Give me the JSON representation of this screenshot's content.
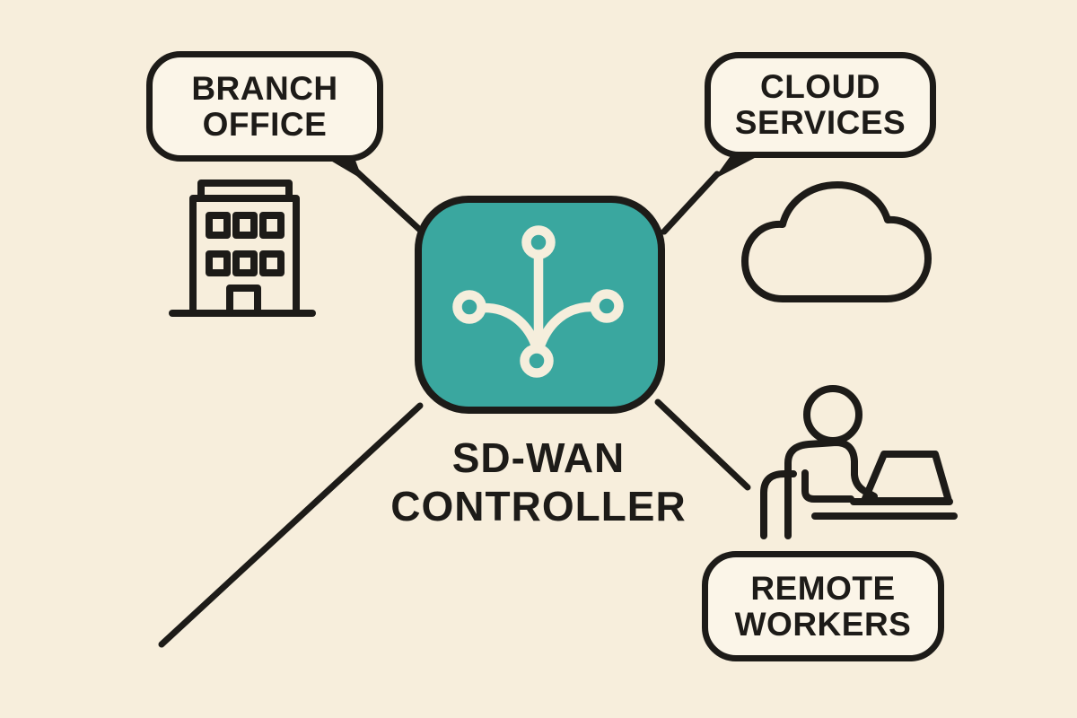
{
  "colors": {
    "background": "#f7eedc",
    "label_fill": "#fbf5e8",
    "node_fill": "#3aa79f",
    "stroke": "#1d1b18",
    "icon_cream": "#f5eedc"
  },
  "controller": {
    "label_line1": "SD-WAN",
    "label_line2": "CONTROLLER",
    "icon": "network-hub-icon"
  },
  "nodes": {
    "branch_office": {
      "line1": "BRANCH",
      "line2": "OFFICE",
      "icon": "office-building-icon"
    },
    "cloud_services": {
      "line1": "CLOUD",
      "line2": "SERVICES",
      "icon": "cloud-icon"
    },
    "remote_workers": {
      "line1": "REMOTE",
      "line2": "WORKERS",
      "icon": "person-laptop-icon"
    }
  },
  "connections": [
    "branch-office to controller",
    "cloud-services to controller",
    "controller to bottom-left",
    "controller to remote-workers"
  ]
}
